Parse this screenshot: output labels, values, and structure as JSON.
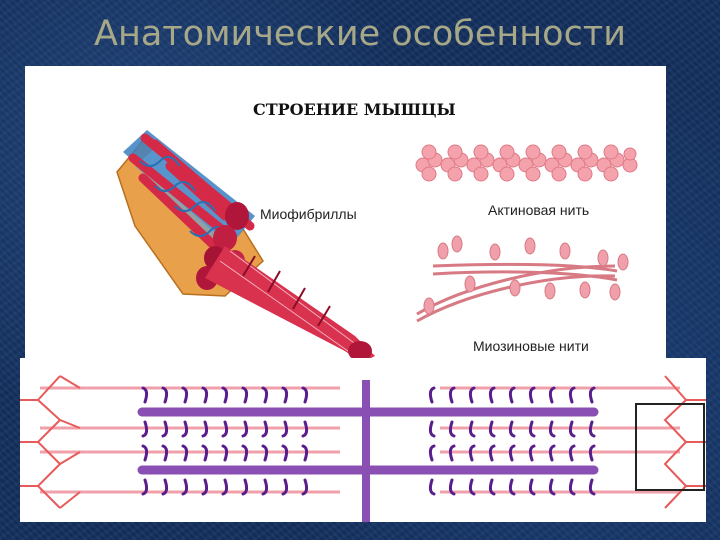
{
  "slide": {
    "title": "Анатомические особенности"
  },
  "diagram": {
    "heading": "СТРОЕНИЕ МЫШЦЫ",
    "labels": {
      "myofibrils": "Миофибриллы",
      "actin": "Актиновая нить",
      "myosin": "Миозиновые нити"
    }
  },
  "colors": {
    "background": "#14305e",
    "title": "#a7a887",
    "muscle_red": "#d8324f",
    "actin_pink": "#f4a3ad",
    "myosin_purple": "#8a4fb3",
    "head_purple": "#5a1e8c",
    "connector_red": "#e85a5a"
  }
}
